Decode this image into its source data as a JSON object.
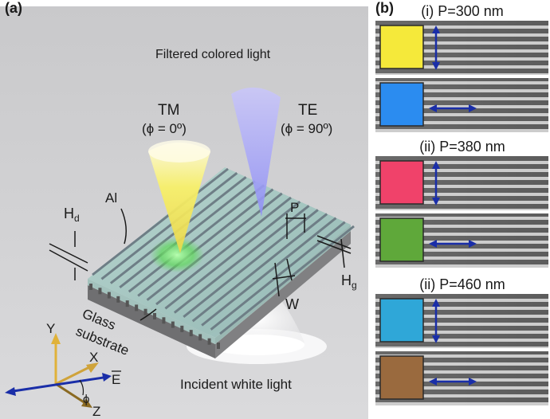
{
  "panel_a": {
    "label": "(a)",
    "top_caption": "Filtered colored light",
    "tm": {
      "name": "TM",
      "angle": "(ϕ = 0º)"
    },
    "te": {
      "name": "TE",
      "angle": "(ϕ = 90º)"
    },
    "al_label": "Al",
    "hd_label": {
      "main": "H",
      "sub": "d"
    },
    "hg_label": {
      "main": "H",
      "sub": "g"
    },
    "p_label": "P",
    "w_label": "W",
    "substrate_label": [
      "Glass",
      "substrate"
    ],
    "bottom_caption": "Incident white light",
    "axes": {
      "y": "Y",
      "x": "X",
      "z": "Z",
      "e": "E",
      "phi": "ϕ"
    },
    "colors": {
      "tm_beam": "#f7f06a",
      "te_beam": "#8f8ff5",
      "glow": "#7de27a"
    }
  },
  "panel_b": {
    "label": "(b)",
    "groups": [
      {
        "title": "(i) P=300 nm",
        "swatches": [
          {
            "color": "#f5e93a",
            "polarization": "vertical"
          },
          {
            "color": "#2b8cf0",
            "polarization": "horizontal"
          }
        ]
      },
      {
        "title": "(ii) P=380 nm",
        "swatches": [
          {
            "color": "#f0426a",
            "polarization": "vertical"
          },
          {
            "color": "#5fa83a",
            "polarization": "horizontal"
          }
        ]
      },
      {
        "title": "(ii) P=460 nm",
        "swatches": [
          {
            "color": "#2fa7d8",
            "polarization": "vertical"
          },
          {
            "color": "#9a6a3e",
            "polarization": "horizontal"
          }
        ]
      }
    ],
    "arrow_color": "#1a2ea8"
  }
}
